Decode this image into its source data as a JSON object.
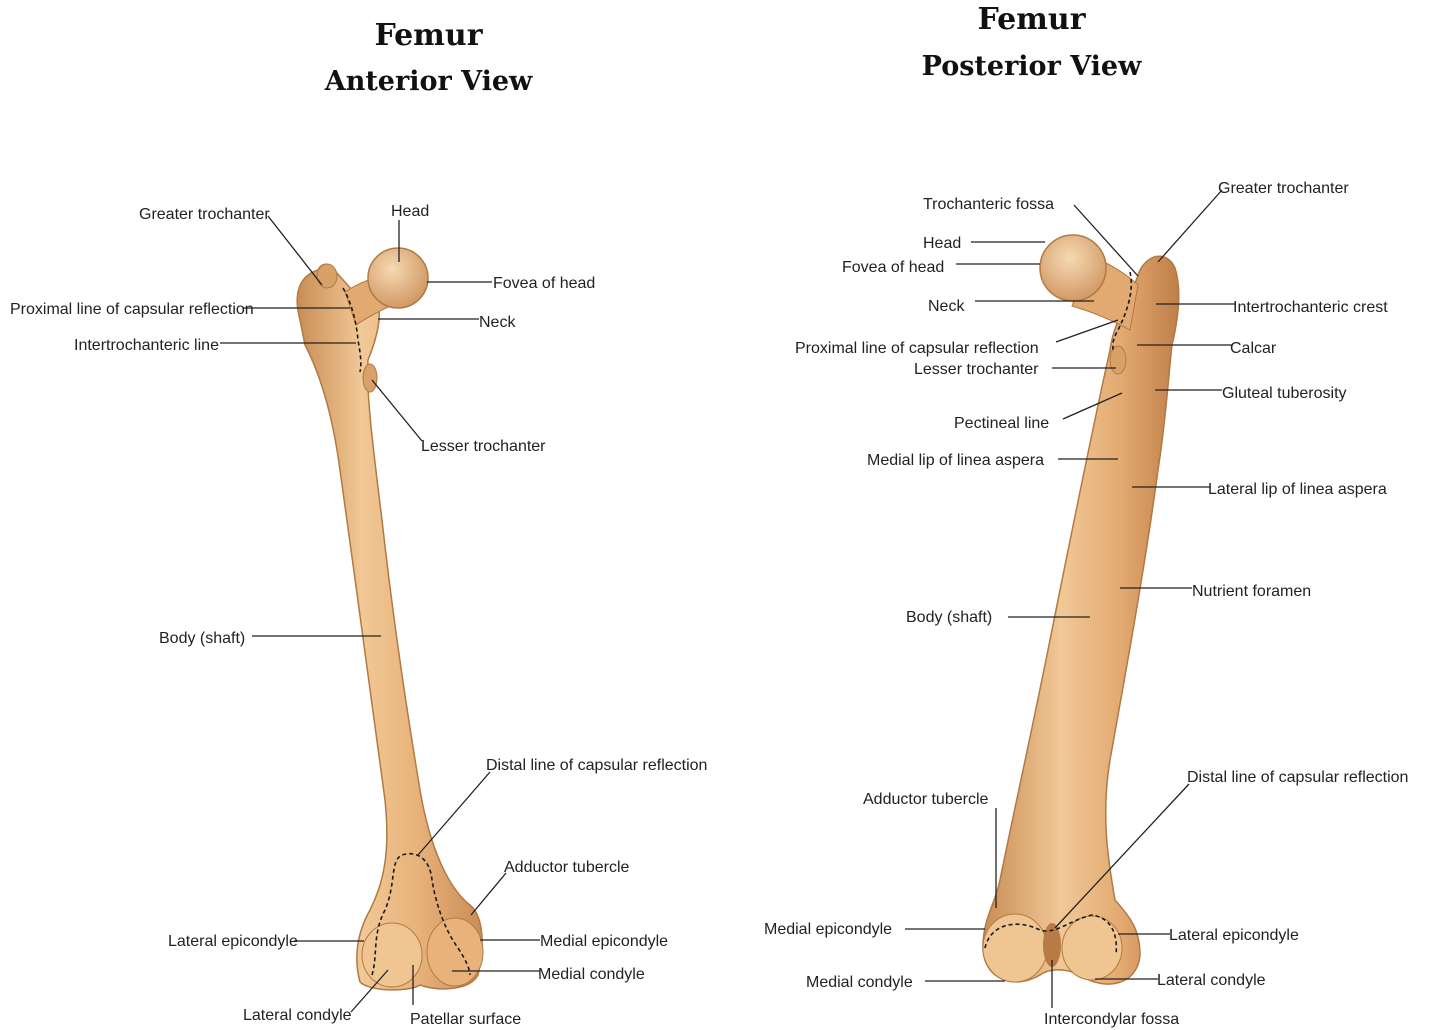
{
  "anterior": {
    "title": "Femur",
    "subtitle": "Anterior View",
    "labels": {
      "greater_trochanter": "Greater trochanter",
      "head": "Head",
      "fovea_of_head": "Fovea of head",
      "proximal_line": "Proximal line of capsular reflection",
      "neck": "Neck",
      "intertrochanteric_line": "Intertrochanteric line",
      "lesser_trochanter": "Lesser trochanter",
      "body_shaft": "Body (shaft)",
      "distal_line": "Distal line of capsular reflection",
      "adductor_tubercle": "Adductor tubercle",
      "lateral_epicondyle": "Lateral epicondyle",
      "medial_epicondyle": "Medial epicondyle",
      "medial_condyle": "Medial condyle",
      "lateral_condyle": "Lateral condyle",
      "patellar_surface": "Patellar surface"
    }
  },
  "posterior": {
    "title": "Femur",
    "subtitle": "Posterior View",
    "labels": {
      "trochanteric_fossa": "Trochanteric fossa",
      "greater_trochanter": "Greater trochanter",
      "head": "Head",
      "fovea_of_head": "Fovea of head",
      "neck": "Neck",
      "intertrochanteric_crest": "Intertrochanteric crest",
      "proximal_line": "Proximal line of capsular reflection",
      "calcar": "Calcar",
      "lesser_trochanter": "Lesser trochanter",
      "gluteal_tuberosity": "Gluteal tuberosity",
      "pectineal_line": "Pectineal line",
      "medial_lip": "Medial lip of linea aspera",
      "lateral_lip": "Lateral lip of linea aspera",
      "nutrient_foramen": "Nutrient foramen",
      "body_shaft": "Body (shaft)",
      "distal_line": "Distal line of capsular reflection",
      "adductor_tubercle": "Adductor tubercle",
      "medial_epicondyle": "Medial epicondyle",
      "lateral_epicondyle": "Lateral epicondyle",
      "medial_condyle": "Medial condyle",
      "lateral_condyle": "Lateral condyle",
      "intercondylar_fossa": "Intercondylar fossa"
    }
  },
  "colors": {
    "bone_fill": "#e8b27a",
    "bone_light": "#f4d2a6",
    "bone_shadow": "#c98d55",
    "bone_outline": "#b07a44"
  }
}
